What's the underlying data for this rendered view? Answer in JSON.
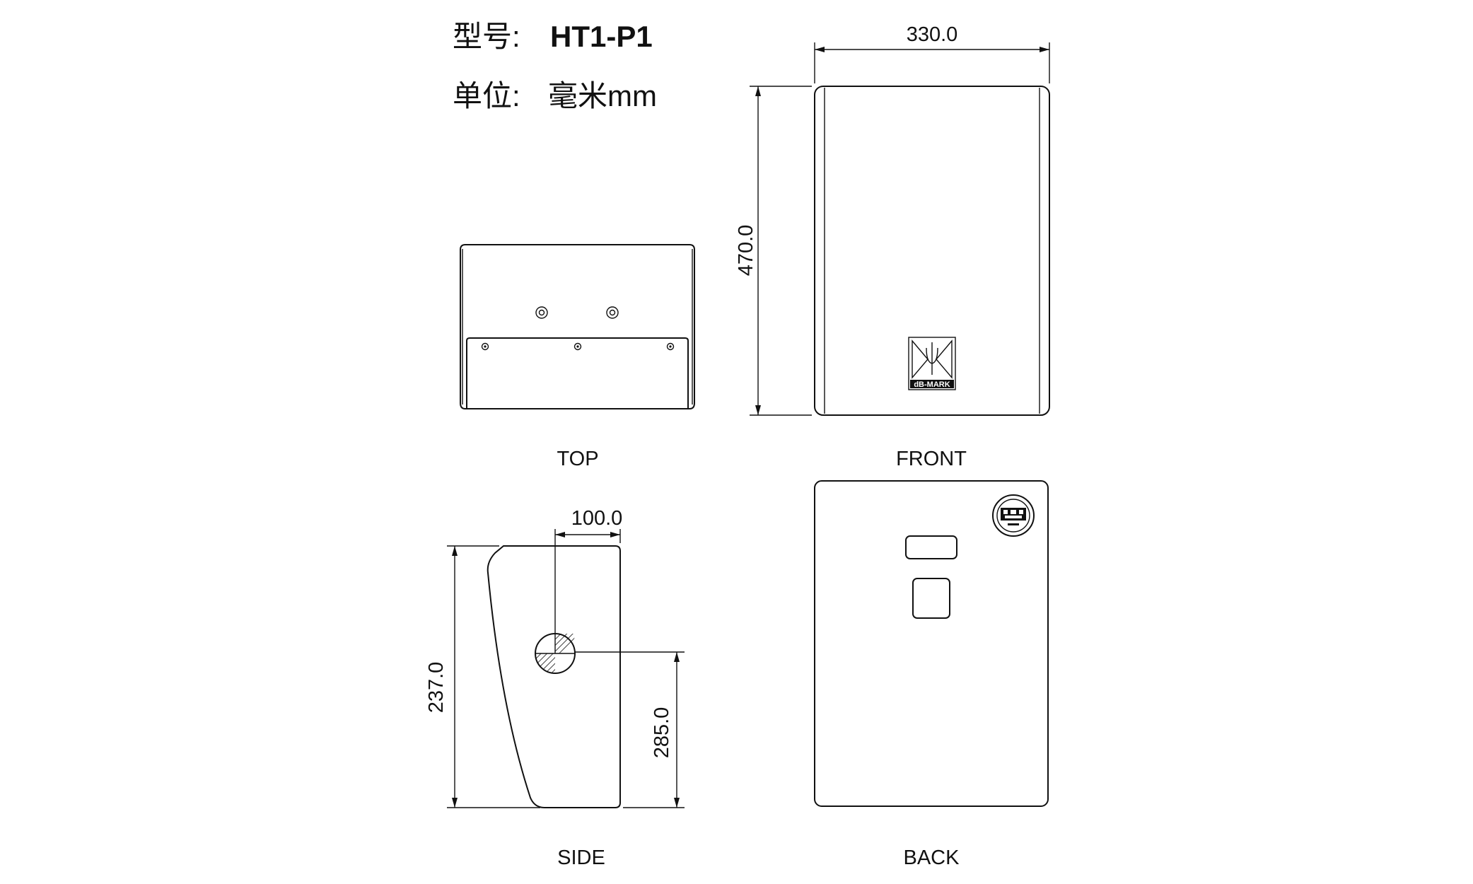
{
  "header": {
    "model_label": "型号:",
    "model_value": "HT1-P1",
    "unit_label": "单位:",
    "unit_value": "毫米mm"
  },
  "views": {
    "top": "TOP",
    "front": "FRONT",
    "side": "SIDE",
    "back": "BACK"
  },
  "dimensions": {
    "width": "330.0",
    "height": "470.0",
    "side_offset": "100.0",
    "side_depth": "237.0",
    "side_center_height": "285.0"
  },
  "logo": {
    "brand": "dB-MARK"
  },
  "colors": {
    "line": "#111111",
    "background": "#ffffff"
  }
}
